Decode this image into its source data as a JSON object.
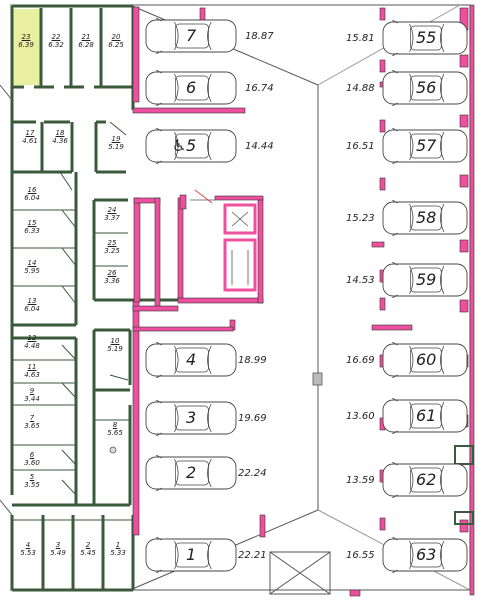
{
  "plan": {
    "highlight_color": "#e8f0a0",
    "wall_color": "#ee4f9e",
    "storage_wall_color": "#3a5a3a",
    "line_color": "#444444"
  },
  "storage_cells": [
    {
      "num": "23",
      "area": "6.39",
      "highlight": true
    },
    {
      "num": "22",
      "area": "6.32"
    },
    {
      "num": "21",
      "area": "6.28"
    },
    {
      "num": "20",
      "area": "6.25"
    },
    {
      "num": "17",
      "area": "4.61"
    },
    {
      "num": "18",
      "area": "4.36"
    },
    {
      "num": "19",
      "area": "5.19"
    },
    {
      "num": "16",
      "area": "6.04"
    },
    {
      "num": "15",
      "area": "6.33"
    },
    {
      "num": "14",
      "area": "5.95"
    },
    {
      "num": "13",
      "area": "6.04"
    },
    {
      "num": "24",
      "area": "3.37"
    },
    {
      "num": "25",
      "area": "3.25"
    },
    {
      "num": "26",
      "area": "3.36"
    },
    {
      "num": "12",
      "area": "4.48"
    },
    {
      "num": "11",
      "area": "4.63"
    },
    {
      "num": "9",
      "area": "3.44"
    },
    {
      "num": "7",
      "area": "3.65"
    },
    {
      "num": "10",
      "area": "5.19"
    },
    {
      "num": "8",
      "area": "5.65"
    },
    {
      "num": "6",
      "area": "3.60"
    },
    {
      "num": "5",
      "area": "3.55"
    },
    {
      "num": "4",
      "area": "5.53"
    },
    {
      "num": "3",
      "area": "5.49"
    },
    {
      "num": "2",
      "area": "5.45"
    },
    {
      "num": "1",
      "area": "5.33"
    }
  ],
  "parking_left": [
    {
      "num": "7",
      "area": "18.87"
    },
    {
      "num": "6",
      "area": "16.74"
    },
    {
      "num": "5",
      "area": "14.44",
      "accessible": true
    },
    {
      "num": "4",
      "area": "18.99"
    },
    {
      "num": "3",
      "area": "19.69"
    },
    {
      "num": "2",
      "area": "22.24"
    },
    {
      "num": "1",
      "area": "22.21"
    }
  ],
  "parking_right": [
    {
      "num": "55",
      "area": "15.81"
    },
    {
      "num": "56",
      "area": "14.88"
    },
    {
      "num": "57",
      "area": "16.51"
    },
    {
      "num": "58",
      "area": "15.23"
    },
    {
      "num": "59",
      "area": "14.53"
    },
    {
      "num": "60",
      "area": "16.69"
    },
    {
      "num": "61",
      "area": "13.60"
    },
    {
      "num": "62",
      "area": "13.59"
    },
    {
      "num": "63",
      "area": "16.55"
    }
  ]
}
